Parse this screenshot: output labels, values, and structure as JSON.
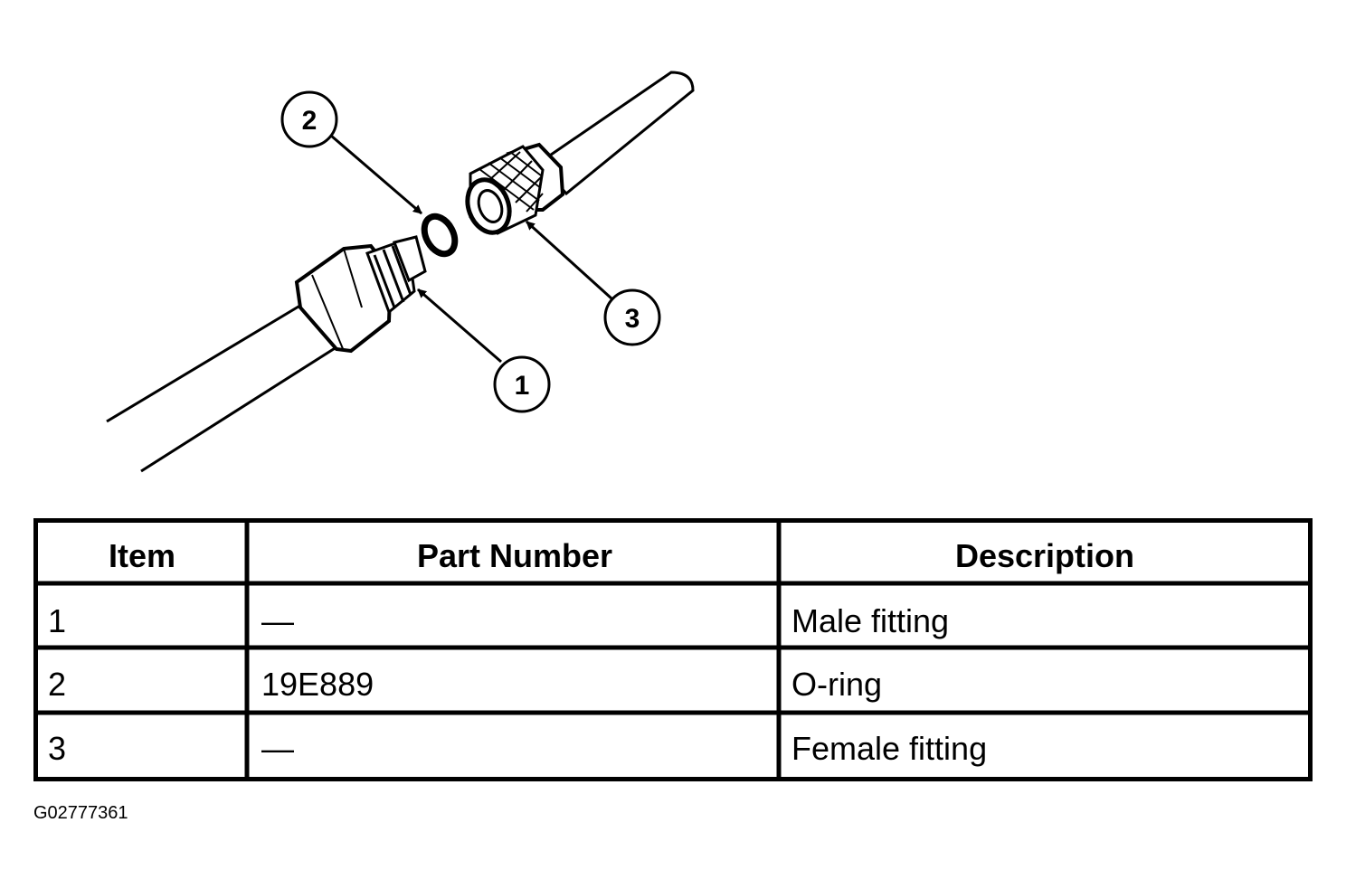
{
  "callouts": [
    {
      "label": "1"
    },
    {
      "label": "2"
    },
    {
      "label": "3"
    }
  ],
  "table": {
    "headers": [
      "Item",
      "Part Number",
      "Description"
    ],
    "rows": [
      [
        "1",
        "—",
        "Male fitting"
      ],
      [
        "2",
        "19E889",
        "O-ring"
      ],
      [
        "3",
        "—",
        "Female fitting"
      ]
    ]
  },
  "figure_id": "G02777361"
}
